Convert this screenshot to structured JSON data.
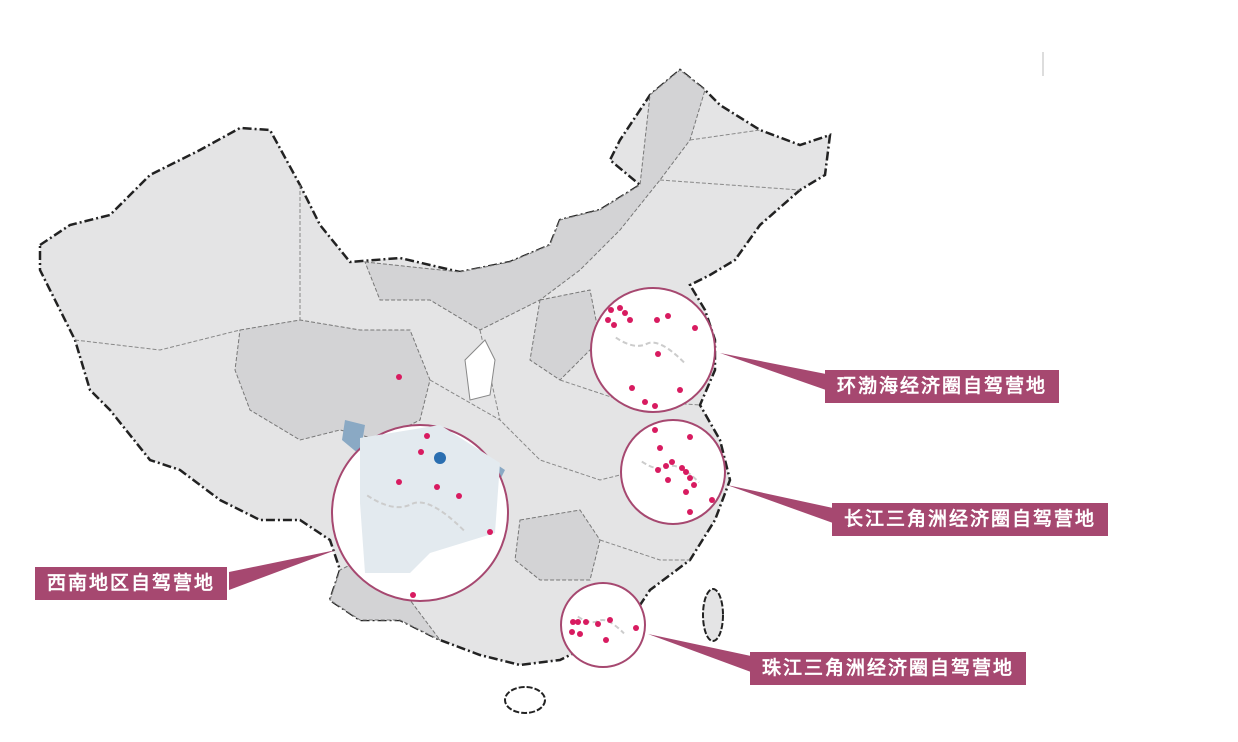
{
  "colors": {
    "label_bg": "#a64870",
    "dot": "#d81b60",
    "highlight": "#2a6eb0",
    "land": "#e4e4e5",
    "land_dark": "#d3d3d5",
    "circle_border": "#a64870"
  },
  "regions": [
    {
      "id": "bohai",
      "label": "环渤海经济圈自驾营地"
    },
    {
      "id": "yangtze",
      "label": "长江三角洲经济圈自驾营地"
    },
    {
      "id": "southwest",
      "label": "西南地区自驾营地"
    },
    {
      "id": "pearl",
      "label": "珠江三角洲经济圈自驾营地"
    }
  ]
}
